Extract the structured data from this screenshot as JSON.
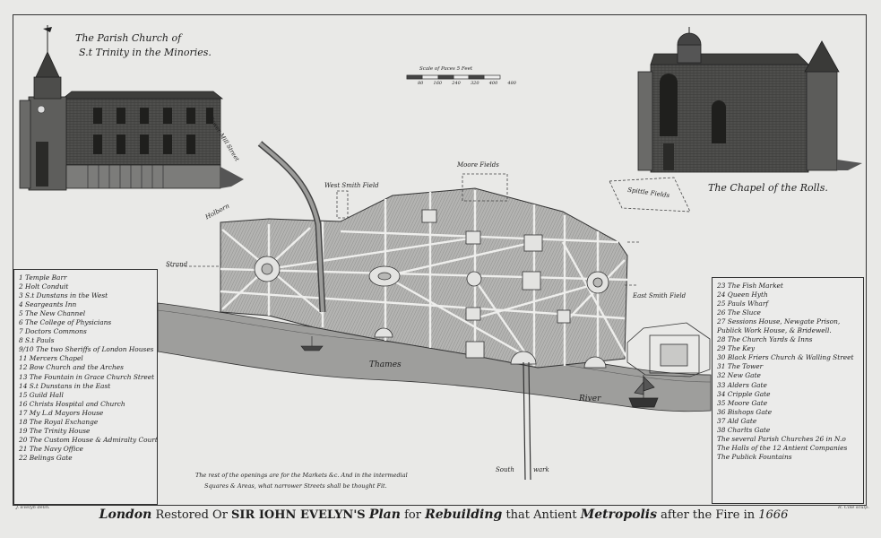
{
  "title": {
    "word1": "London",
    "word2": "Restored Or",
    "name": "SIR IOHN EVELYN'S",
    "word3": "Plan",
    "word4": "for",
    "word5": "Rebuilding",
    "word6": "that Antient",
    "word7": "Metropolis",
    "word8": "after the Fire in",
    "year": "1666"
  },
  "church_left": {
    "line1": "The Parish Church of",
    "line2": "S.t Trinity in the Minories."
  },
  "church_right": {
    "caption": "The Chapel of the Rolls."
  },
  "scale": {
    "title": "Scale of Paces 5 Feet",
    "ticks": [
      "80",
      "160",
      "240",
      "320",
      "400",
      "480"
    ]
  },
  "map_labels": {
    "tower_mill_street": "Tower Mill Street",
    "west_smith_field": "West Smith Field",
    "moore_fields": "Moore Fields",
    "spittle_fields": "Spittle Fields",
    "holborn": "Holborn",
    "strand": "Strand",
    "east_smith_field": "East Smith Field",
    "thames": "Thames",
    "river": "River",
    "south": "South",
    "wark": "wark"
  },
  "note": {
    "line1": "The rest of the openings are for the Markets &c. And in the intermedial",
    "line2": "Squares & Areas, what narrower Streets shall be thought Fit."
  },
  "legend_left": [
    "1 Temple Barr",
    "2 Holt Conduit",
    "3 S.t Dunstans in the West",
    "4 Seargeants Inn",
    "5 The New Channel",
    "6 The College of Physicians",
    "7 Doctors Commons",
    "8 S.t Pauls",
    "9/10 The two Sheriffs of London Houses",
    "11 Mercers Chapel",
    "12 Bow Church and the Arches",
    "13 The Fountain in Grace Church Street",
    "14 S.t Dunstans in the East",
    "15 Guild Hall",
    "16 Christs Hospital and Church",
    "17 My L.d Mayors House",
    "18 The Royal Exchange",
    "19 The Trinity House",
    "20 The Custom House & Admiralty Court",
    "21 The Navy Office",
    "22 Belings Gate"
  ],
  "legend_right": [
    "23 The Fish Market",
    "24 Queen Hyth",
    "25 Pauls Wharf",
    "26 The Sluce",
    "27 Sessions House, Newgate Prison,",
    "Publick Work House, & Bridewell.",
    "28 The Church Yards & Inns",
    "29 The Key",
    "30 Black Friers Church & Walling Street",
    "31 The Tower",
    "32 New Gate",
    "33 Alders Gate",
    "34 Cripple Gate",
    "35 Moore Gate",
    "36 Bishops Gate",
    "37 Ald Gate",
    "38 Charlts Gate",
    "The several Parish Churches 26 in N.o",
    "The Halls of the 12 Antient Companies",
    "The Publick Fountains"
  ],
  "signatures": {
    "left": "J. Evelyn delin.",
    "right": "R. Cole sculp."
  },
  "colors": {
    "paper": "#e9e9e7",
    "ink": "#222222",
    "river": "#8f8f8d",
    "block": "#a9a9a7"
  }
}
